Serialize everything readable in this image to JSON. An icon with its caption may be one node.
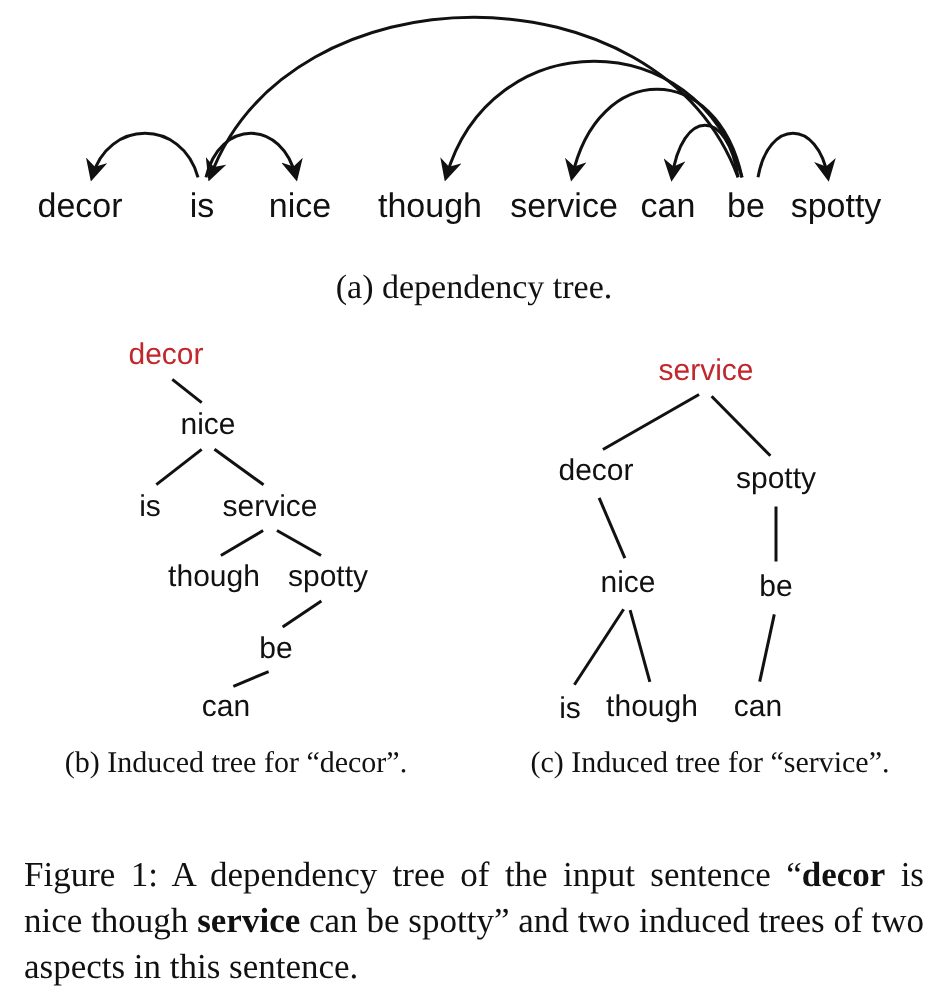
{
  "diagram": {
    "caption": "Figure 1: A dependency tree of the input sentence “**decor** is nice though **service** can be spotty” and two induced trees of two aspects in this sentence.",
    "nodes": [
      {
        "text": [
          "decor"
        ]
      },
      {
        "text": [
          "is"
        ]
      },
      {
        "text": [
          "nice"
        ]
      },
      {
        "text": [
          "though"
        ]
      },
      {
        "text": [
          "service"
        ]
      },
      {
        "text": [
          "can"
        ]
      },
      {
        "text": [
          "be"
        ]
      },
      {
        "text": [
          "spotty"
        ]
      },
      {
        "text": [
          "decor"
        ]
      },
      {
        "text": [
          "nice"
        ]
      },
      {
        "text": [
          "is"
        ]
      },
      {
        "text": [
          "service"
        ]
      },
      {
        "text": [
          "though"
        ]
      },
      {
        "text": [
          "spotty"
        ]
      },
      {
        "text": [
          "be"
        ]
      },
      {
        "text": [
          "can"
        ]
      },
      {
        "text": [
          "service"
        ]
      },
      {
        "text": [
          "decor"
        ]
      },
      {
        "text": [
          "spotty"
        ]
      },
      {
        "text": [
          "nice"
        ]
      },
      {
        "text": [
          "be"
        ]
      },
      {
        "text": [
          "is"
        ]
      },
      {
        "text": [
          "though"
        ]
      },
      {
        "text": [
          "can"
        ]
      }
    ],
    "edges": [
      {
        "from": 1,
        "to": 0,
        "arrow": "to"
      },
      {
        "from": 1,
        "to": 2,
        "arrow": "to"
      },
      {
        "from": 6,
        "to": 1,
        "arrow": "to"
      },
      {
        "from": 6,
        "to": 3,
        "arrow": "to"
      },
      {
        "from": 6,
        "to": 4,
        "arrow": "to"
      },
      {
        "from": 6,
        "to": 5,
        "arrow": "to"
      },
      {
        "from": 6,
        "to": 7,
        "arrow": "to"
      },
      {
        "from": 8,
        "to": 9,
        "arrow": "none"
      },
      {
        "from": 9,
        "to": 10,
        "arrow": "none"
      },
      {
        "from": 9,
        "to": 11,
        "arrow": "none"
      },
      {
        "from": 11,
        "to": 12,
        "arrow": "none"
      },
      {
        "from": 11,
        "to": 13,
        "arrow": "none"
      },
      {
        "from": 13,
        "to": 14,
        "arrow": "none"
      },
      {
        "from": 14,
        "to": 15,
        "arrow": "none"
      },
      {
        "from": 16,
        "to": 17,
        "arrow": "none"
      },
      {
        "from": 16,
        "to": 18,
        "arrow": "none"
      },
      {
        "from": 17,
        "to": 19,
        "arrow": "none"
      },
      {
        "from": 18,
        "to": 20,
        "arrow": "none"
      },
      {
        "from": 19,
        "to": 21,
        "arrow": "none"
      },
      {
        "from": 19,
        "to": 22,
        "arrow": "none"
      },
      {
        "from": 20,
        "to": 23,
        "arrow": "none"
      }
    ],
    "labels": [
      "(a) dependency tree.",
      "(b) Induced tree for “decor”.",
      "(c) Induced tree for “service”."
    ]
  }
}
